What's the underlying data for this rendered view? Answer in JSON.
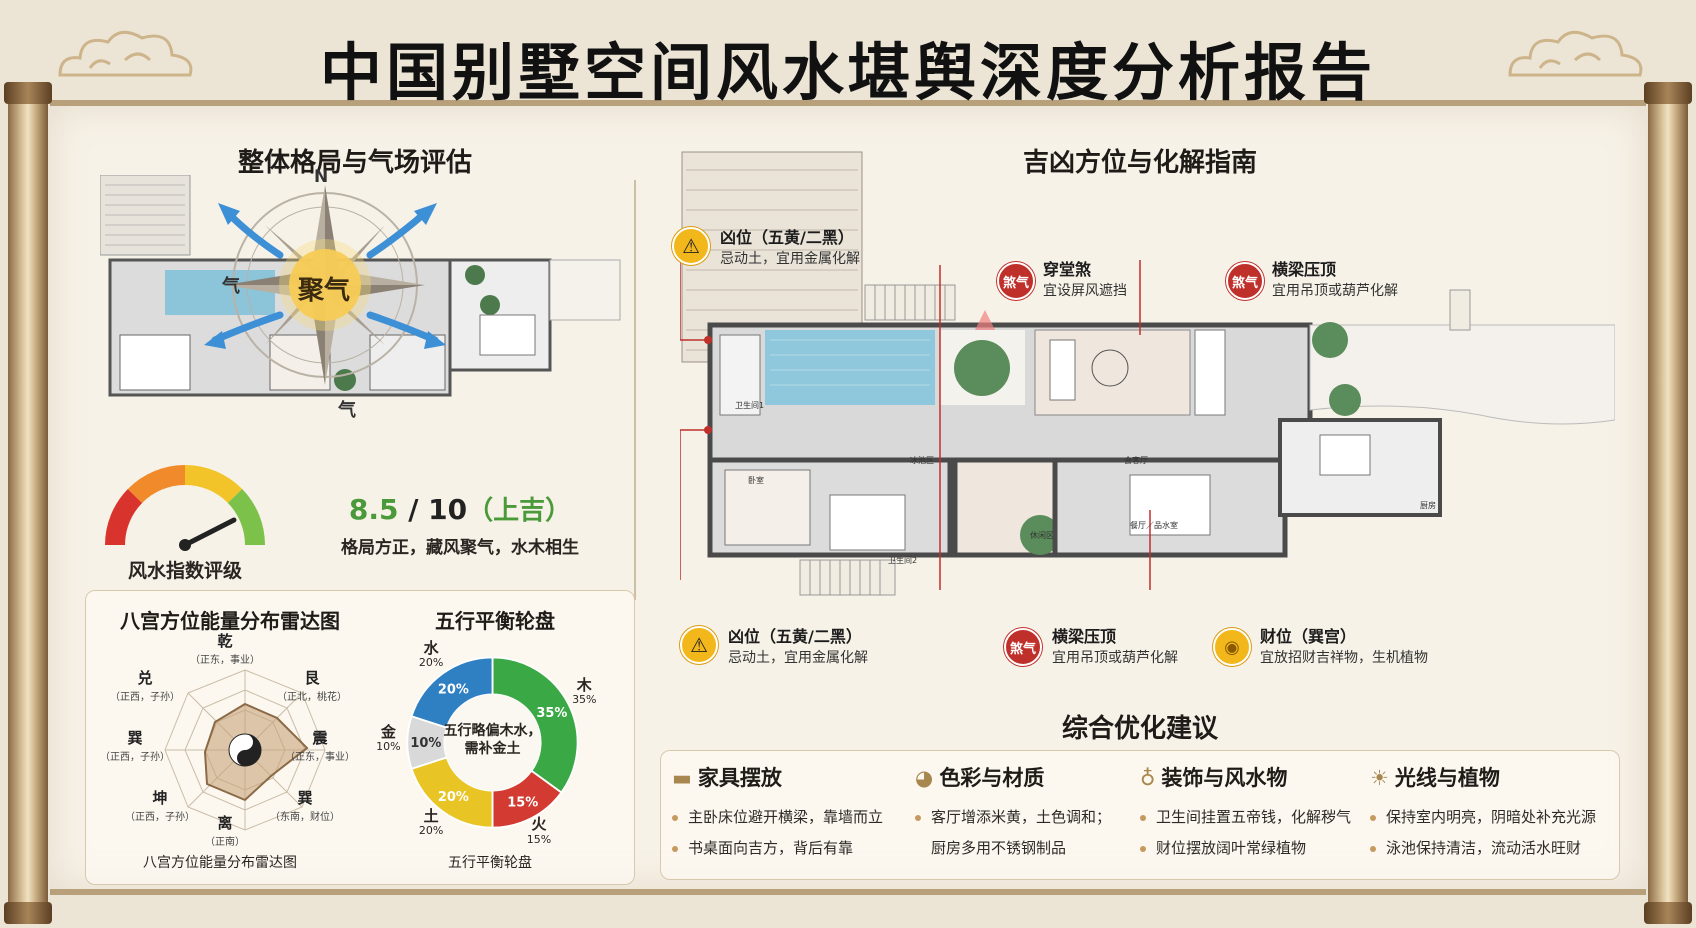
{
  "title": "中国别墅空间风水堪舆深度分析报告",
  "overall": {
    "heading": "整体格局与气场评估",
    "center_label": "聚气",
    "qi_label_1": "气",
    "qi_label_2": "气",
    "north": "N",
    "gauge_label": "风水指数评级",
    "score_value": "8.5",
    "score_sep": " / 10",
    "score_grade": "（上吉）",
    "score_desc": "格局方正，藏风聚气，水木相生",
    "gauge_fraction": 0.85
  },
  "radar": {
    "heading": "八宫方位能量分布雷达图",
    "caption": "八宫方位能量分布雷达图",
    "points": [
      {
        "name": "乾",
        "sub": "（正东，事业）"
      },
      {
        "name": "艮",
        "sub": "（正北，桃花）"
      },
      {
        "name": "震",
        "sub": "（正东，事业）"
      },
      {
        "name": "巽",
        "sub": "（东南，财位）"
      },
      {
        "name": "离",
        "sub": "（正南）"
      },
      {
        "name": "坤",
        "sub": "（正西，子孙）"
      },
      {
        "name": "巽",
        "sub": "（正西，子孙）"
      },
      {
        "name": "兑",
        "sub": "（正西，子孙）"
      }
    ]
  },
  "wuxing": {
    "heading": "五行平衡轮盘",
    "caption": "五行平衡轮盘",
    "center_text": "五行略偏木水，需补金土",
    "segments": [
      {
        "name": "木",
        "pct": "35%",
        "value": 35,
        "color": "#3aa845"
      },
      {
        "name": "火",
        "pct": "15%",
        "value": 15,
        "color": "#d23a32"
      },
      {
        "name": "土",
        "pct": "20%",
        "value": 20,
        "color": "#e9c425"
      },
      {
        "name": "金",
        "pct": "10%",
        "value": 10,
        "color": "#d9d9d9"
      },
      {
        "name": "水",
        "pct": "20%",
        "value": 20,
        "color": "#2f7fc3"
      }
    ]
  },
  "guide": {
    "heading": "吉凶方位与化解指南",
    "notes": [
      {
        "badge": "⚠",
        "title": "凶位（五黄/二黑）",
        "desc": "忌动土，宜用金属化解"
      },
      {
        "badge": "煞气",
        "title": "穿堂煞",
        "desc": "宜设屏风遮挡"
      },
      {
        "badge": "煞气",
        "title": "横梁压顶",
        "desc": "宜用吊顶或葫芦化解"
      },
      {
        "badge": "⚠",
        "title": "凶位（五黄/二黑）",
        "desc": "忌动土，宜用金属化解"
      },
      {
        "badge": "煞气",
        "title": "横梁压顶",
        "desc": "宜用吊顶或葫芦化解"
      },
      {
        "badge": "◉",
        "title": "财位（巽宫）",
        "desc": "宜放招财吉祥物，生机植物"
      }
    ],
    "rooms": {
      "pool": "冰池区",
      "living": "会客厅",
      "bedroom": "卧室",
      "bath1": "卫生间1",
      "bath2": "卫生间2",
      "lounge": "休闲区",
      "dining": "餐厅／品水室",
      "kitchen": "厨房"
    }
  },
  "suggestions": {
    "heading": "综合优化建议",
    "groups": [
      {
        "icon": "sofa-icon",
        "title": "家具摆放",
        "items": [
          "主卧床位避开横梁，靠墙而立",
          "书桌面向吉方，背后有靠"
        ]
      },
      {
        "icon": "palette-icon",
        "title": "色彩与材质",
        "items": [
          "客厅增添米黄，土色调和；",
          "厨房多用不锈钢制品"
        ]
      },
      {
        "icon": "gourd-icon",
        "title": "装饰与风水物",
        "items": [
          "卫生间挂置五帝钱，化解秽气",
          "财位摆放阔叶常绿植物"
        ]
      },
      {
        "icon": "sun-icon",
        "title": "光线与植物",
        "items": [
          "保持室内明亮，阴暗处补充光源",
          "泳池保持清洁，流动活水旺财"
        ]
      }
    ]
  },
  "colors": {
    "accent_red": "#c0302b",
    "accent_gold": "#f2b71b",
    "score_green": "#4a9a3a"
  }
}
